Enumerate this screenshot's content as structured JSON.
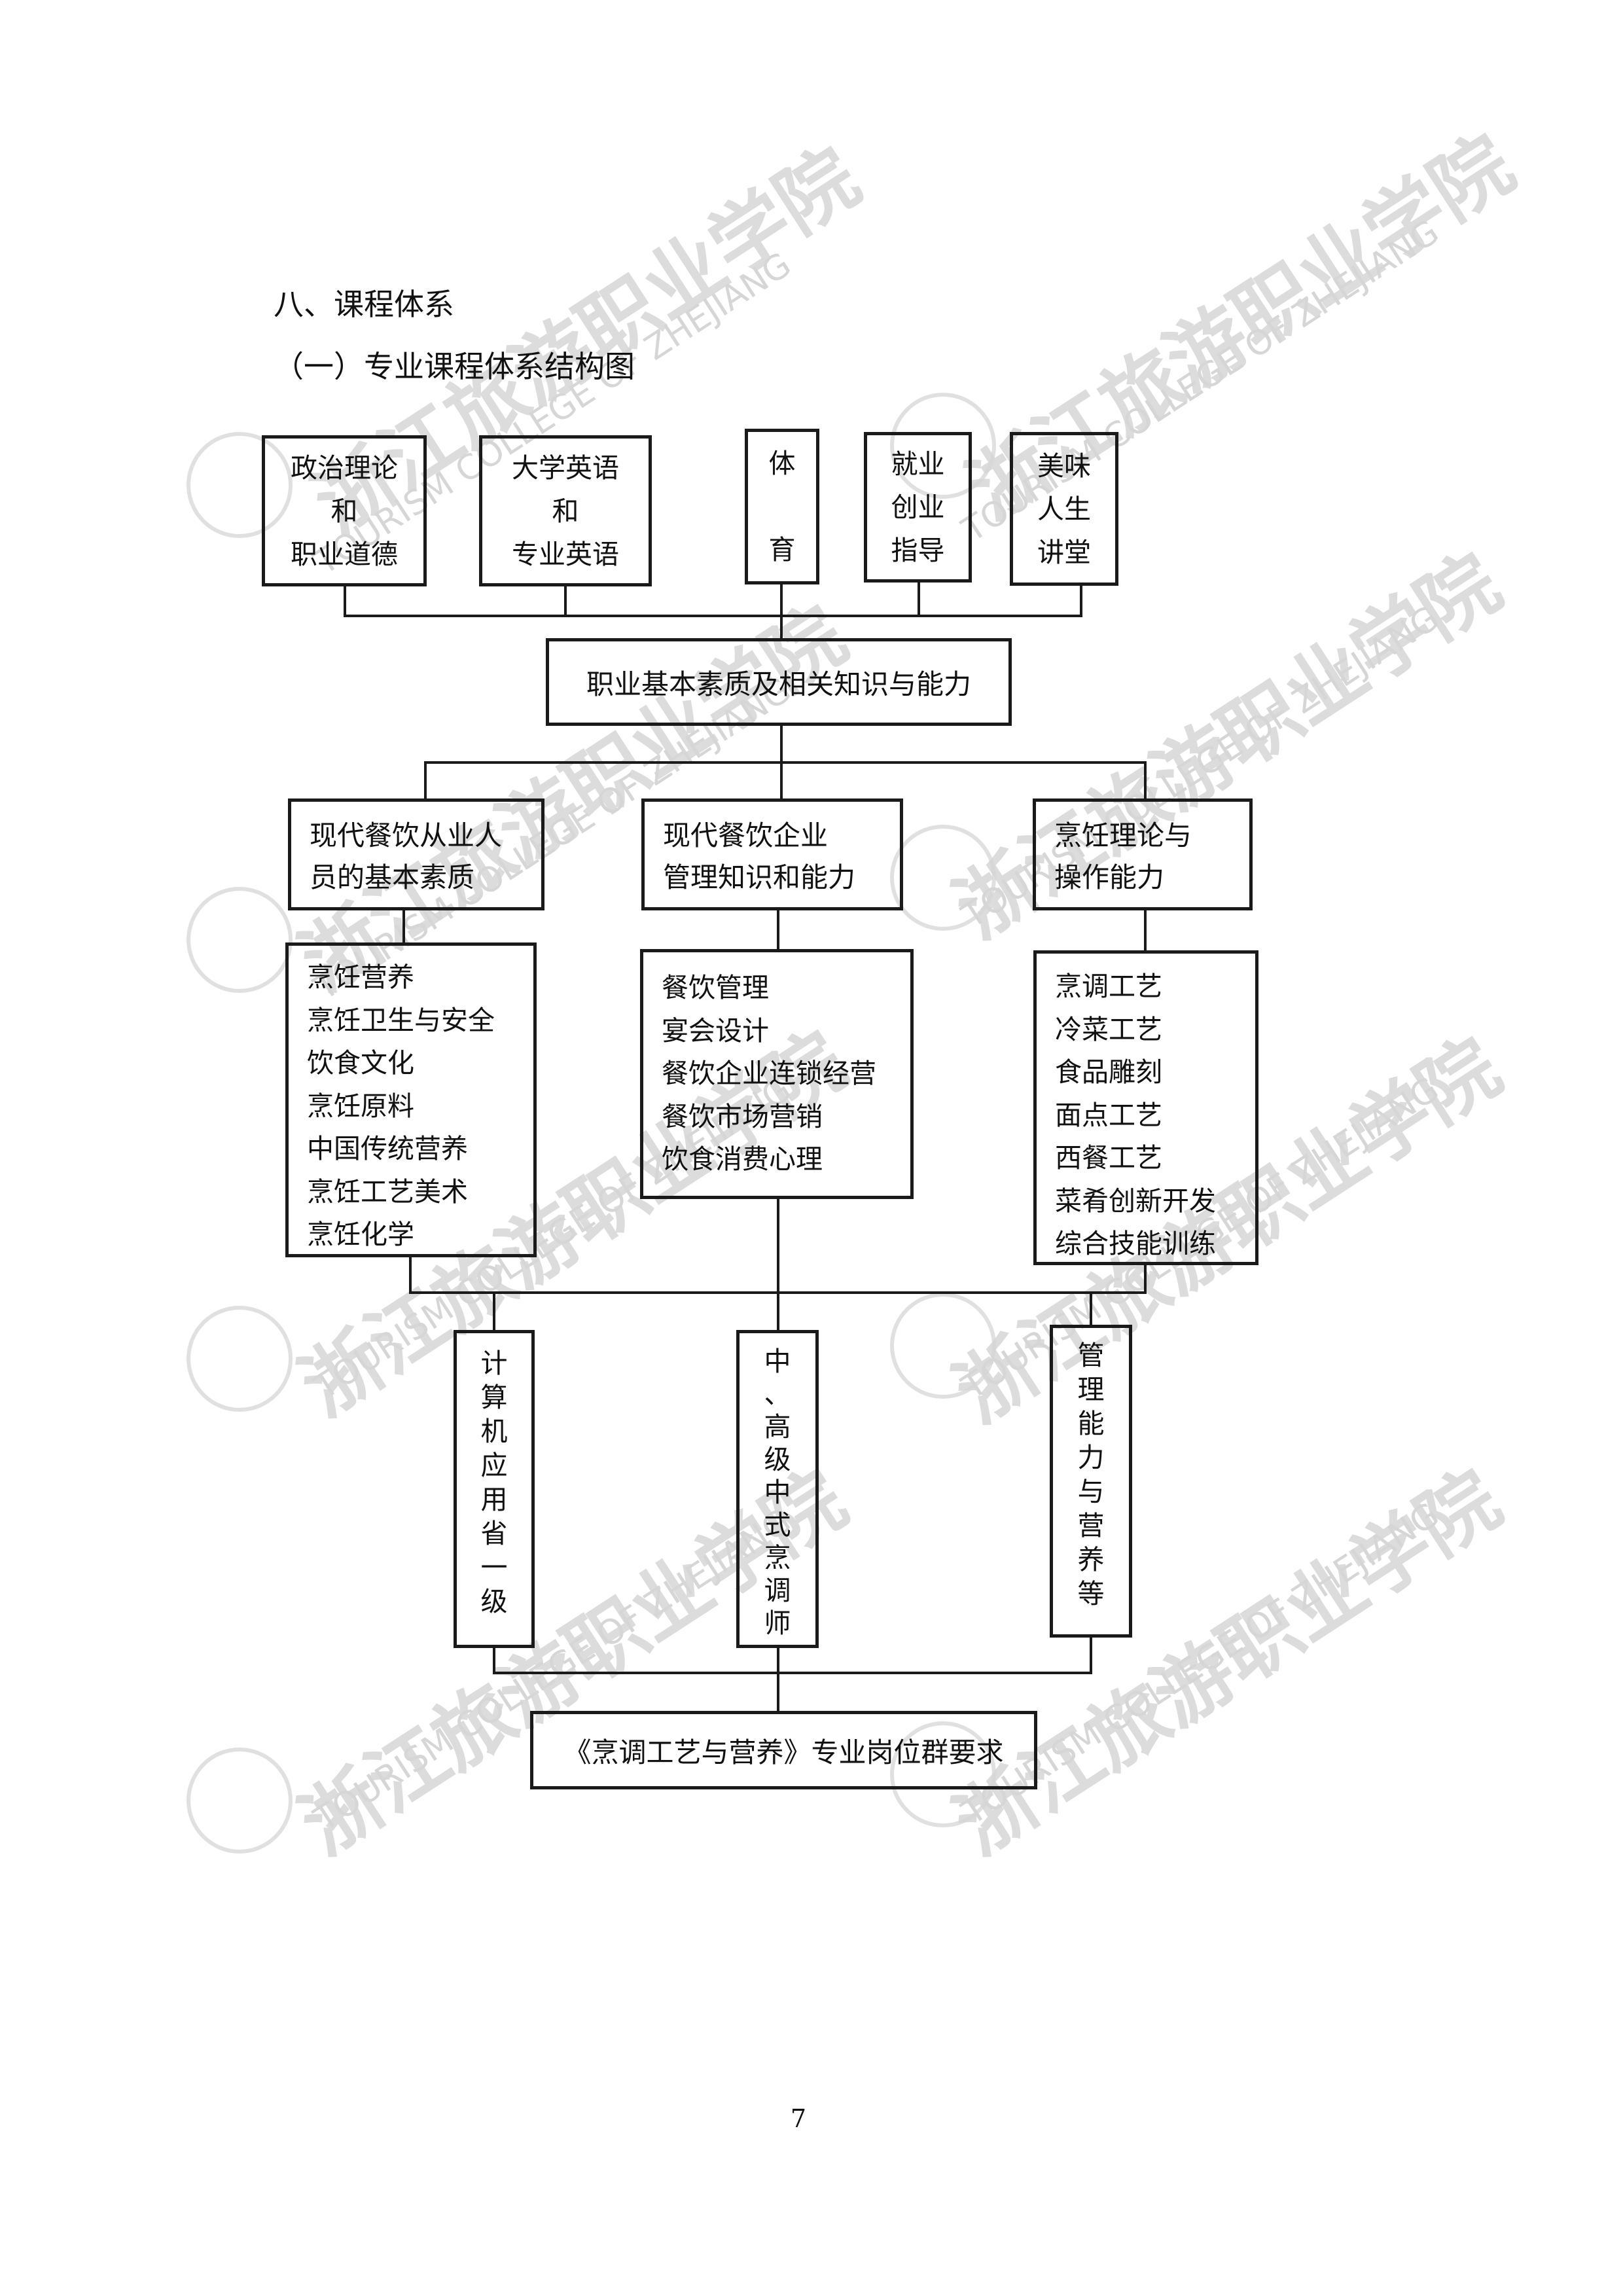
{
  "section_title": "八、课程体系",
  "subsection_title": "（一）专业课程体系结构图",
  "watermark": {
    "chinese": "浙江旅游职业学院",
    "english": "TOURISM COLLEGE OF ZHEJIANG"
  },
  "diagram": {
    "top_boxes": [
      {
        "lines": [
          "政治理论",
          "和",
          "职业道德"
        ]
      },
      {
        "lines": [
          "大学英语",
          "和",
          "专业英语"
        ]
      },
      {
        "lines": [
          "体",
          "",
          "育"
        ]
      },
      {
        "lines": [
          "就业",
          "创业",
          "指导"
        ]
      },
      {
        "lines": [
          "美味",
          "人生",
          "讲堂"
        ]
      }
    ],
    "core_box": "职业基本素质及相关知识与能力",
    "branches": [
      {
        "title": [
          "现代餐饮从业人",
          "员的基本素质"
        ],
        "courses": [
          "烹饪营养",
          "烹饪卫生与安全",
          "饮食文化",
          "烹饪原料",
          "中国传统营养",
          "烹饪工艺美术",
          "烹饪化学"
        ]
      },
      {
        "title": [
          "现代餐饮企业",
          "管理知识和能力"
        ],
        "courses": [
          "餐饮管理",
          "宴会设计",
          "餐饮企业连锁经营",
          "餐饮市场营销",
          "饮食消费心理"
        ]
      },
      {
        "title": [
          "烹饪理论与",
          "操作能力"
        ],
        "courses": [
          "烹调工艺",
          "冷菜工艺",
          "食品雕刻",
          "面点工艺",
          "西餐工艺",
          "菜肴创新开发",
          "综合技能训练"
        ]
      }
    ],
    "certificates": [
      {
        "chars": [
          "计",
          "算",
          "机",
          "应",
          "用",
          "省",
          "一",
          "级"
        ]
      },
      {
        "chars": [
          "中",
          "、",
          "高",
          "级",
          "中",
          "式",
          "烹",
          "调",
          "师"
        ]
      },
      {
        "chars": [
          "管",
          "理",
          "能",
          "力",
          "与",
          "营",
          "养",
          "等"
        ]
      }
    ],
    "bottom_box": "《烹调工艺与营养》专业岗位群要求"
  },
  "page_number": "7"
}
